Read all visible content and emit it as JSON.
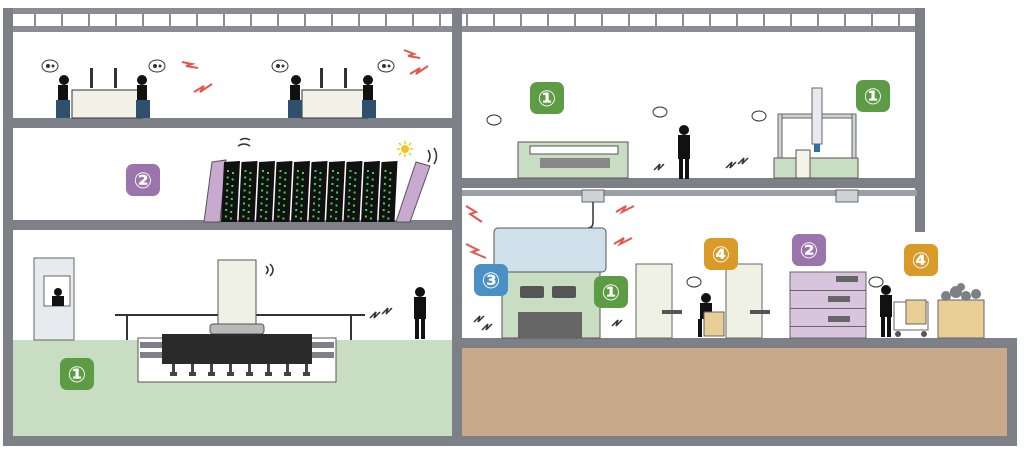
{
  "badges": {
    "one": "①",
    "two": "②",
    "three": "③",
    "four": "④"
  },
  "colors": {
    "green_badge": "#5e9b45",
    "purple_badge": "#9b74ad",
    "blue_badge": "#4a90c4",
    "orange_badge": "#d99a28",
    "wall": "#7d8187",
    "floor_green": "#c9ddc2",
    "ground_brown": "#c8a98a",
    "machine_black": "#1f1f1f",
    "led_green": "#39d353",
    "alert_red": "#e0584f"
  }
}
